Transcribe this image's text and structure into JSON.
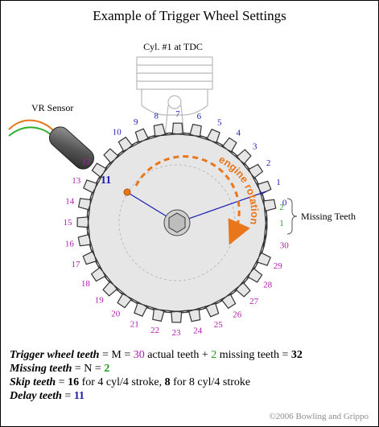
{
  "title": "Example of Trigger Wheel Settings",
  "labels": {
    "cyl": "Cyl. #1 at TDC",
    "vr_sensor": "VR Sensor",
    "missing_teeth": "Missing Teeth",
    "rotation": "engine rotation",
    "delay_marker": "11"
  },
  "wheel": {
    "actual_teeth": 30,
    "missing_teeth": 2,
    "blue_tooth_labels": [
      "0",
      "1",
      "2",
      "3",
      "4",
      "5",
      "6",
      "7",
      "8",
      "9",
      "10"
    ],
    "purple_tooth_labels": [
      "12",
      "13",
      "14",
      "15",
      "16",
      "17",
      "18",
      "19",
      "20",
      "21",
      "22",
      "23",
      "24",
      "25",
      "26",
      "27",
      "28",
      "29",
      "30"
    ],
    "missing_labels": [
      "2",
      "1"
    ]
  },
  "formulas": {
    "line1": {
      "term": "Trigger wheel teeth",
      "eq1": " = M = ",
      "actual": "30",
      "mid": " actual teeth + ",
      "missing": "2",
      "tail": " missing teeth = ",
      "total": "32"
    },
    "line2": {
      "term": "Missing teeth",
      "eq": " = N = ",
      "value": "2"
    },
    "line3": {
      "term": "Skip teeth",
      "eq": " = ",
      "value1": "16",
      "text1": " for 4 cyl/4 stroke, ",
      "value2": "8",
      "text2": " for 8 cyl/4 stroke"
    },
    "line4": {
      "term": "Delay teeth",
      "eq": " = ",
      "value": "11"
    }
  },
  "copyright": "©2006 Bowling and Grippo",
  "colors": {
    "blue": "#1c1cb0",
    "purple": "#b01ab0",
    "green": "#1f9a1f",
    "orange": "#e8761a",
    "wheel": "#e6e6e6"
  }
}
